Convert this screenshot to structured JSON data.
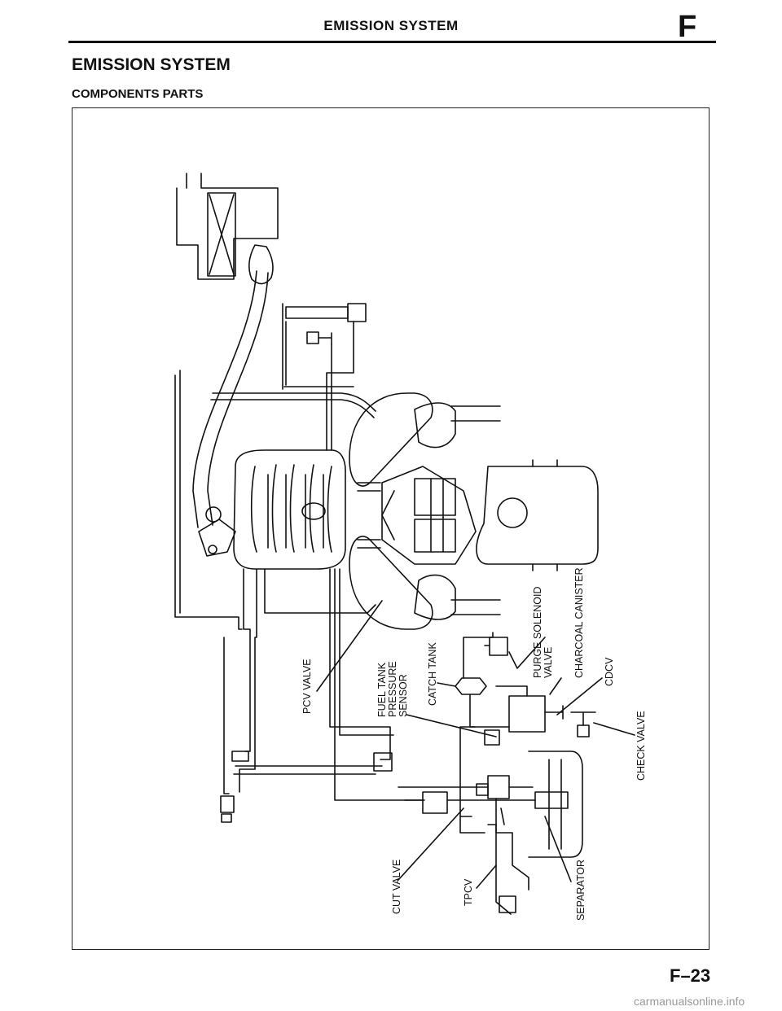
{
  "header": {
    "running_title": "EMISSION SYSTEM",
    "section_letter": "F"
  },
  "page": {
    "title": "EMISSION SYSTEM",
    "subtitle": "COMPONENTS PARTS",
    "number": "F–23"
  },
  "diagram": {
    "labels": {
      "pcv_valve": "PCV VALVE",
      "fuel_tank_pressure_sensor": [
        "FUEL TANK",
        "PRESSURE",
        "SENSOR"
      ],
      "catch_tank": "CATCH TANK",
      "purge_solenoid_valve": [
        "PURGE SOLENOID",
        "VALVE"
      ],
      "charcoal_canister": "CHARCOAL CANISTER",
      "cdcv": "CDCV",
      "check_valve": "CHECK VALVE",
      "cut_valve": "CUT VALVE",
      "tpcv": "TPCV",
      "separator": "SEPARATOR"
    }
  },
  "footer": {
    "watermark": "carmanualsonline.info"
  }
}
